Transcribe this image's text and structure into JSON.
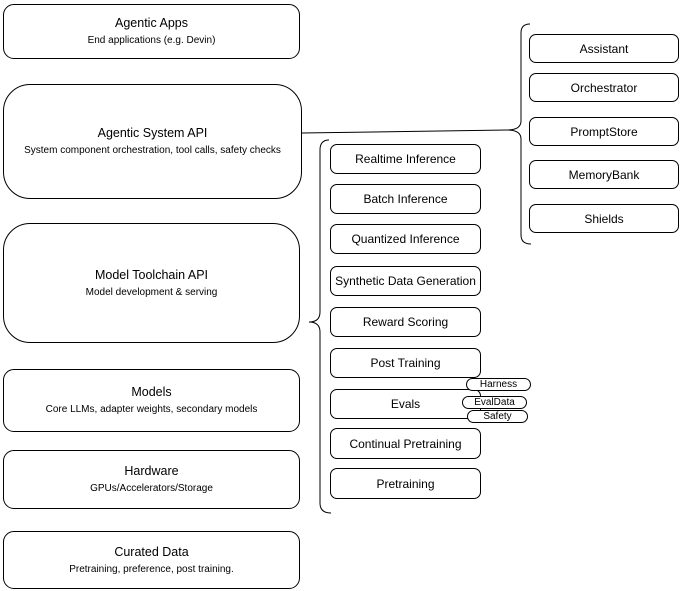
{
  "diagram": {
    "stack": [
      {
        "title": "Agentic Apps",
        "subtitle": "End applications (e.g. Devin)"
      },
      {
        "title": "Agentic System API",
        "subtitle": "System component orchestration, tool calls, safety checks"
      },
      {
        "title": "Model Toolchain API",
        "subtitle": "Model development & serving"
      },
      {
        "title": "Models",
        "subtitle": "Core LLMs, adapter weights, secondary models"
      },
      {
        "title": "Hardware",
        "subtitle": "GPUs/Accelerators/Storage"
      },
      {
        "title": "Curated Data",
        "subtitle": "Pretraining, preference, post training."
      }
    ],
    "toolchain_items": [
      "Realtime Inference",
      "Batch Inference",
      "Quantized Inference",
      "Synthetic Data Generation",
      "Reward Scoring",
      "Post Training",
      "Evals",
      "Continual Pretraining",
      "Pretraining"
    ],
    "evals_tags": [
      "Harness",
      "EvalData",
      "Safety"
    ],
    "system_components": [
      "Assistant",
      "Orchestrator",
      "PromptStore",
      "MemoryBank",
      "Shields"
    ],
    "colors": {
      "stroke": "#000000",
      "fill": "#ffffff",
      "text": "#000000"
    }
  }
}
